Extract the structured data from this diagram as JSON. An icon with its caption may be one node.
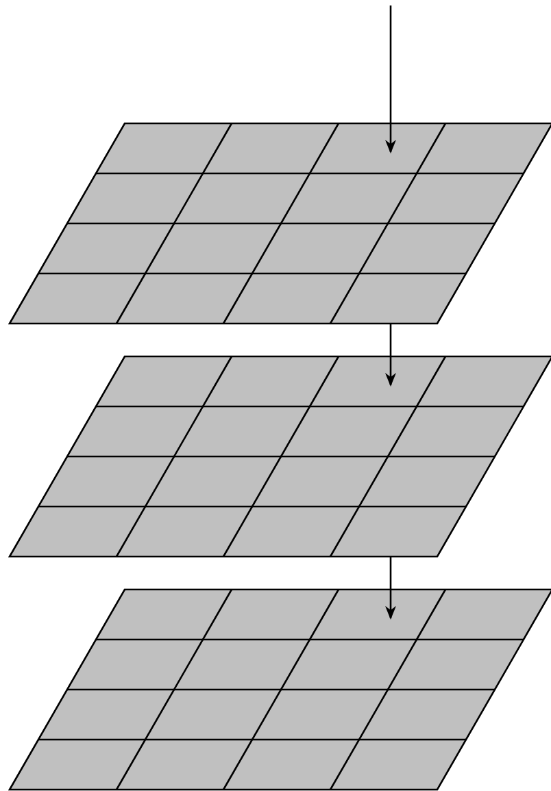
{
  "diagram": {
    "nodes": [
      {
        "text": [],
        "shape": "grid"
      },
      {
        "text": [],
        "shape": "grid"
      },
      {
        "text": [],
        "shape": "grid"
      }
    ],
    "edges": [
      {
        "from": null,
        "to": 0,
        "arrow": "to"
      },
      {
        "from": 0,
        "to": 1,
        "arrow": "to"
      },
      {
        "from": 1,
        "to": 2,
        "arrow": "to"
      }
    ]
  }
}
